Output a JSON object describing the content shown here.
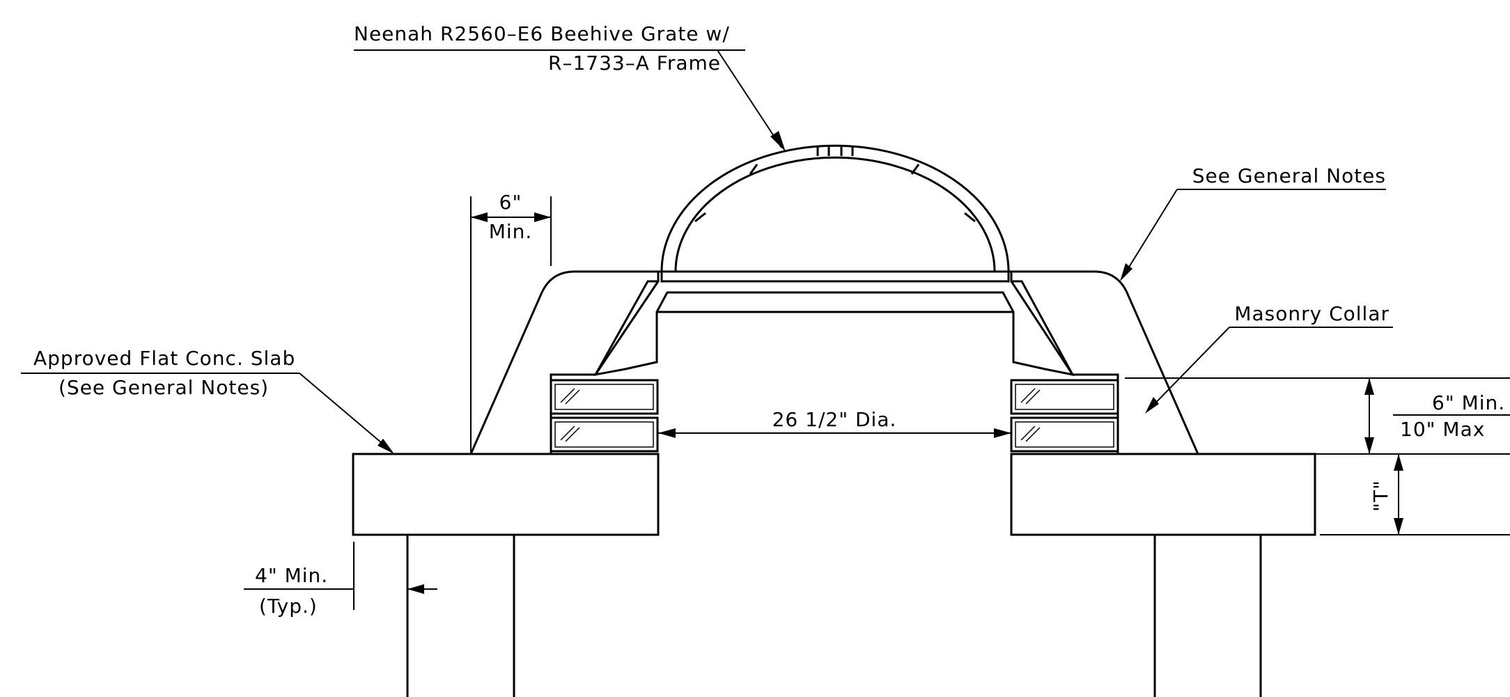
{
  "drawing": {
    "labels": {
      "grate_line1": "Neenah R2560–E6 Beehive Grate w/",
      "grate_line2": "R–1733–A Frame",
      "general_notes": "See General Notes",
      "masonry_collar": "Masonry Collar",
      "slab_line1": "Approved Flat Conc. Slab",
      "slab_line2": "(See General Notes)",
      "dim_6_top": "6\"",
      "dim_6_bottom": "Min.",
      "diameter": "26 1/2\" Dia.",
      "collar_min": "6\" Min.",
      "collar_max": "10\" Max",
      "thickness": "\"T\"",
      "wall_top": "4\" Min.",
      "wall_bottom": "(Typ.)"
    },
    "colors": {
      "line": "#000000",
      "background": "#ffffff"
    }
  }
}
